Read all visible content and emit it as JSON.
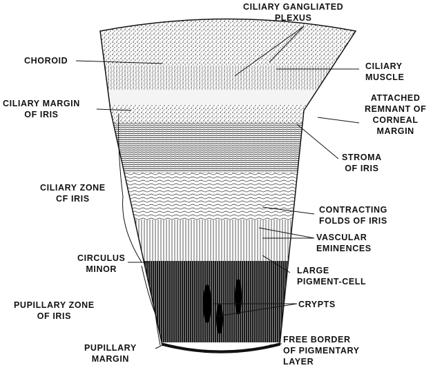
{
  "figure": {
    "labels": {
      "ciliary_gangliated_plexus": [
        "CILIARY GANGLIATED",
        "PLEXUS"
      ],
      "choroid": [
        "CHOROID"
      ],
      "ciliary_muscle": [
        "CILIARY",
        "MUSCLE"
      ],
      "ciliary_margin_of_iris": [
        "CILIARY MARGIN",
        "OF IRIS"
      ],
      "attached_remnant": [
        "ATTACHED",
        "REMNANT OF",
        "CORNEAL",
        "MARGIN"
      ],
      "stroma_of_iris": [
        "STROMA",
        "OF IRIS"
      ],
      "ciliary_zone": [
        "CILIARY ZONE",
        "CF IRIS"
      ],
      "contracting_folds": [
        "CONTRACTING",
        "FOLDS OF IRIS"
      ],
      "vascular_eminences": [
        "VASCULAR",
        "EMINENCES"
      ],
      "circulus_minor": [
        "CIRCULUS",
        "MINOR"
      ],
      "large_pigment_cell": [
        "LARGE",
        "PIGMENT-CELL"
      ],
      "pupillary_zone": [
        "PUPILLARY ZONE",
        "OF IRIS"
      ],
      "crypts": [
        "CRYPTS"
      ],
      "pupillary_margin": [
        "PUPILLARY",
        "MARGIN"
      ],
      "free_border": [
        "FREE BORDER",
        "OF PIGMENTARY",
        "LAYER"
      ]
    }
  }
}
